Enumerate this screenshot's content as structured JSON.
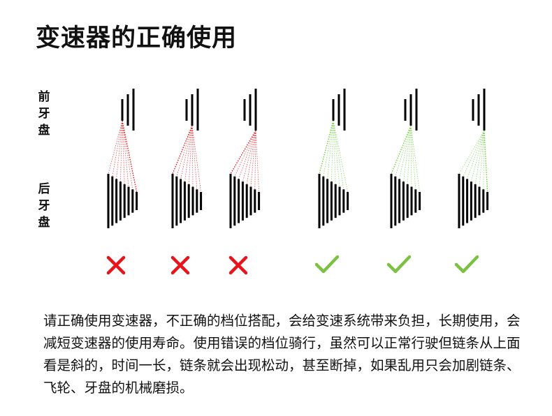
{
  "title": "变速器的正确使用",
  "labels": {
    "front": [
      "前",
      "牙",
      "盘"
    ],
    "rear": [
      "后",
      "牙",
      "盘"
    ]
  },
  "colors": {
    "wrong_mark": "#e8141c",
    "right_mark": "#7cc242",
    "wrong_chain": "#e8141c",
    "right_chain": "#6bcf3c",
    "cog": "#000000"
  },
  "icons": {
    "wrong": "cross-icon",
    "right": "check-icon"
  },
  "combinations": [
    {
      "front_ring": 1,
      "rear_sprocket": 8,
      "correct": false
    },
    {
      "front_ring": 2,
      "rear_sprocket": 1,
      "correct": false
    },
    {
      "front_ring": 3,
      "rear_sprocket": 1,
      "correct": false
    },
    {
      "front_ring": 1,
      "rear_sprocket": 1,
      "correct": true
    },
    {
      "front_ring": 2,
      "rear_sprocket": 1,
      "correct": true
    },
    {
      "front_ring": 3,
      "rear_sprocket": 8,
      "correct": true
    }
  ],
  "description": "请正确使用变速器，不正确的档位搭配，会给变速系统带来负担，长期使用，会减短变速器的使用寿命。使用错误的档位骑行，虽然可以正常行驶但链条从上面看是斜的，时间一长，链条就会出现松动，甚至断掉，如果乱用只会加剧链条、飞轮、牙盘的机械磨损。"
}
